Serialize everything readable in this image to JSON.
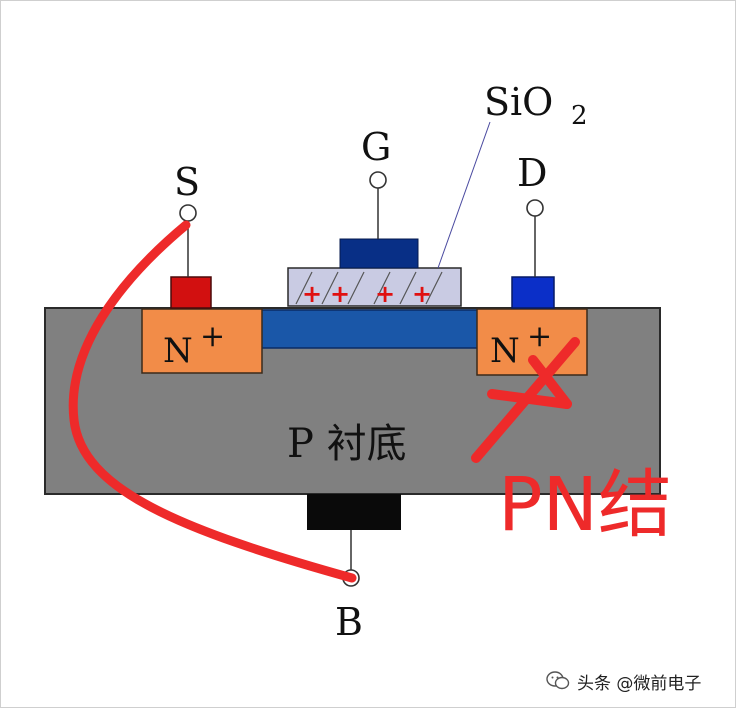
{
  "labels": {
    "source": "S",
    "gate": "G",
    "drain": "D",
    "body": "B",
    "oxide": "SiO",
    "oxide_sub": "2",
    "n_plus_left": "N",
    "n_plus_right": "N",
    "plus_sign": "+",
    "substrate": "P 衬底",
    "pn_junction": "PN结"
  },
  "oxide_charges": [
    "+",
    "+",
    "+",
    "+"
  ],
  "watermark": {
    "text": "头条 @微前电子",
    "icon": "wechat-bubble-icon"
  },
  "colors": {
    "substrate": "#808080",
    "n_plus": "#f28c48",
    "channel": "#1a57a8",
    "gate_metal": "#082f86",
    "source_contact": "#d21010",
    "drain_contact": "#0b2fc8",
    "body_contact": "#0a0a0a",
    "oxide": "#c9cbe3",
    "annotation": "#ee2a2a"
  }
}
